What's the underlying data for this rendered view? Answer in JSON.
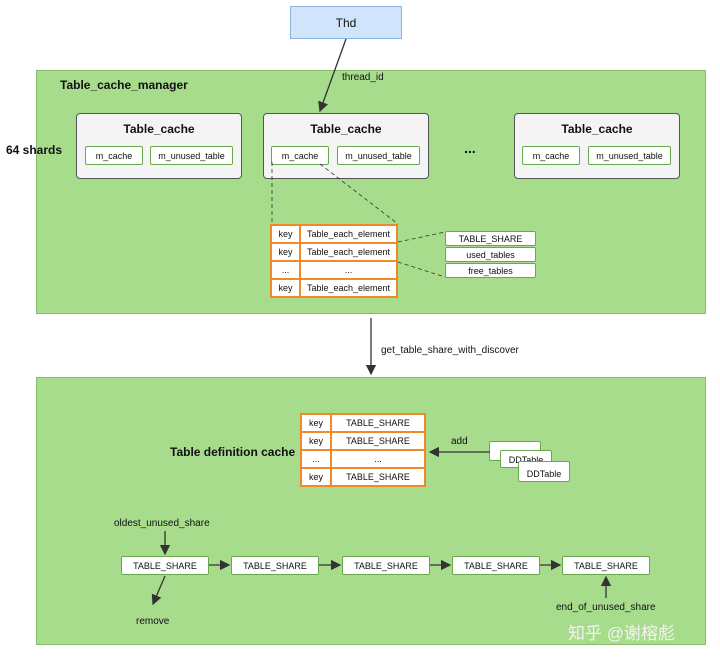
{
  "thd": "Thd",
  "thread_id": "thread_id",
  "manager_title": "Table_cache_manager",
  "shards": "64 shards",
  "table_cache_title": "Table_cache",
  "m_cache": "m_cache",
  "m_unused_table": "m_unused_table",
  "ellipsis": "...",
  "cache_rows": [
    {
      "key": "key",
      "value": "Table_each_element"
    },
    {
      "key": "key",
      "value": "Table_each_element"
    },
    {
      "key": "...",
      "value": "..."
    },
    {
      "key": "key",
      "value": "Table_each_element"
    }
  ],
  "element_fields": [
    "TABLE_SHARE",
    "used_tables",
    "free_tables"
  ],
  "get_share": "get_table_share_with_discover",
  "tdc_title": "Table definition cache",
  "tdc_rows": [
    {
      "key": "key",
      "value": "TABLE_SHARE"
    },
    {
      "key": "key",
      "value": "TABLE_SHARE"
    },
    {
      "key": "...",
      "value": "..."
    },
    {
      "key": "key",
      "value": "TABLE_SHARE"
    }
  ],
  "add": "add",
  "dd_labels": [
    "DDTable",
    "DDTable"
  ],
  "oldest_unused_share": "oldest_unused_share",
  "chain": [
    "TABLE_SHARE",
    "TABLE_SHARE",
    "TABLE_SHARE",
    "TABLE_SHARE",
    "TABLE_SHARE"
  ],
  "remove": "remove",
  "end_of_unused_share": "end_of_unused_share",
  "watermark": "知乎 @谢榕彪"
}
